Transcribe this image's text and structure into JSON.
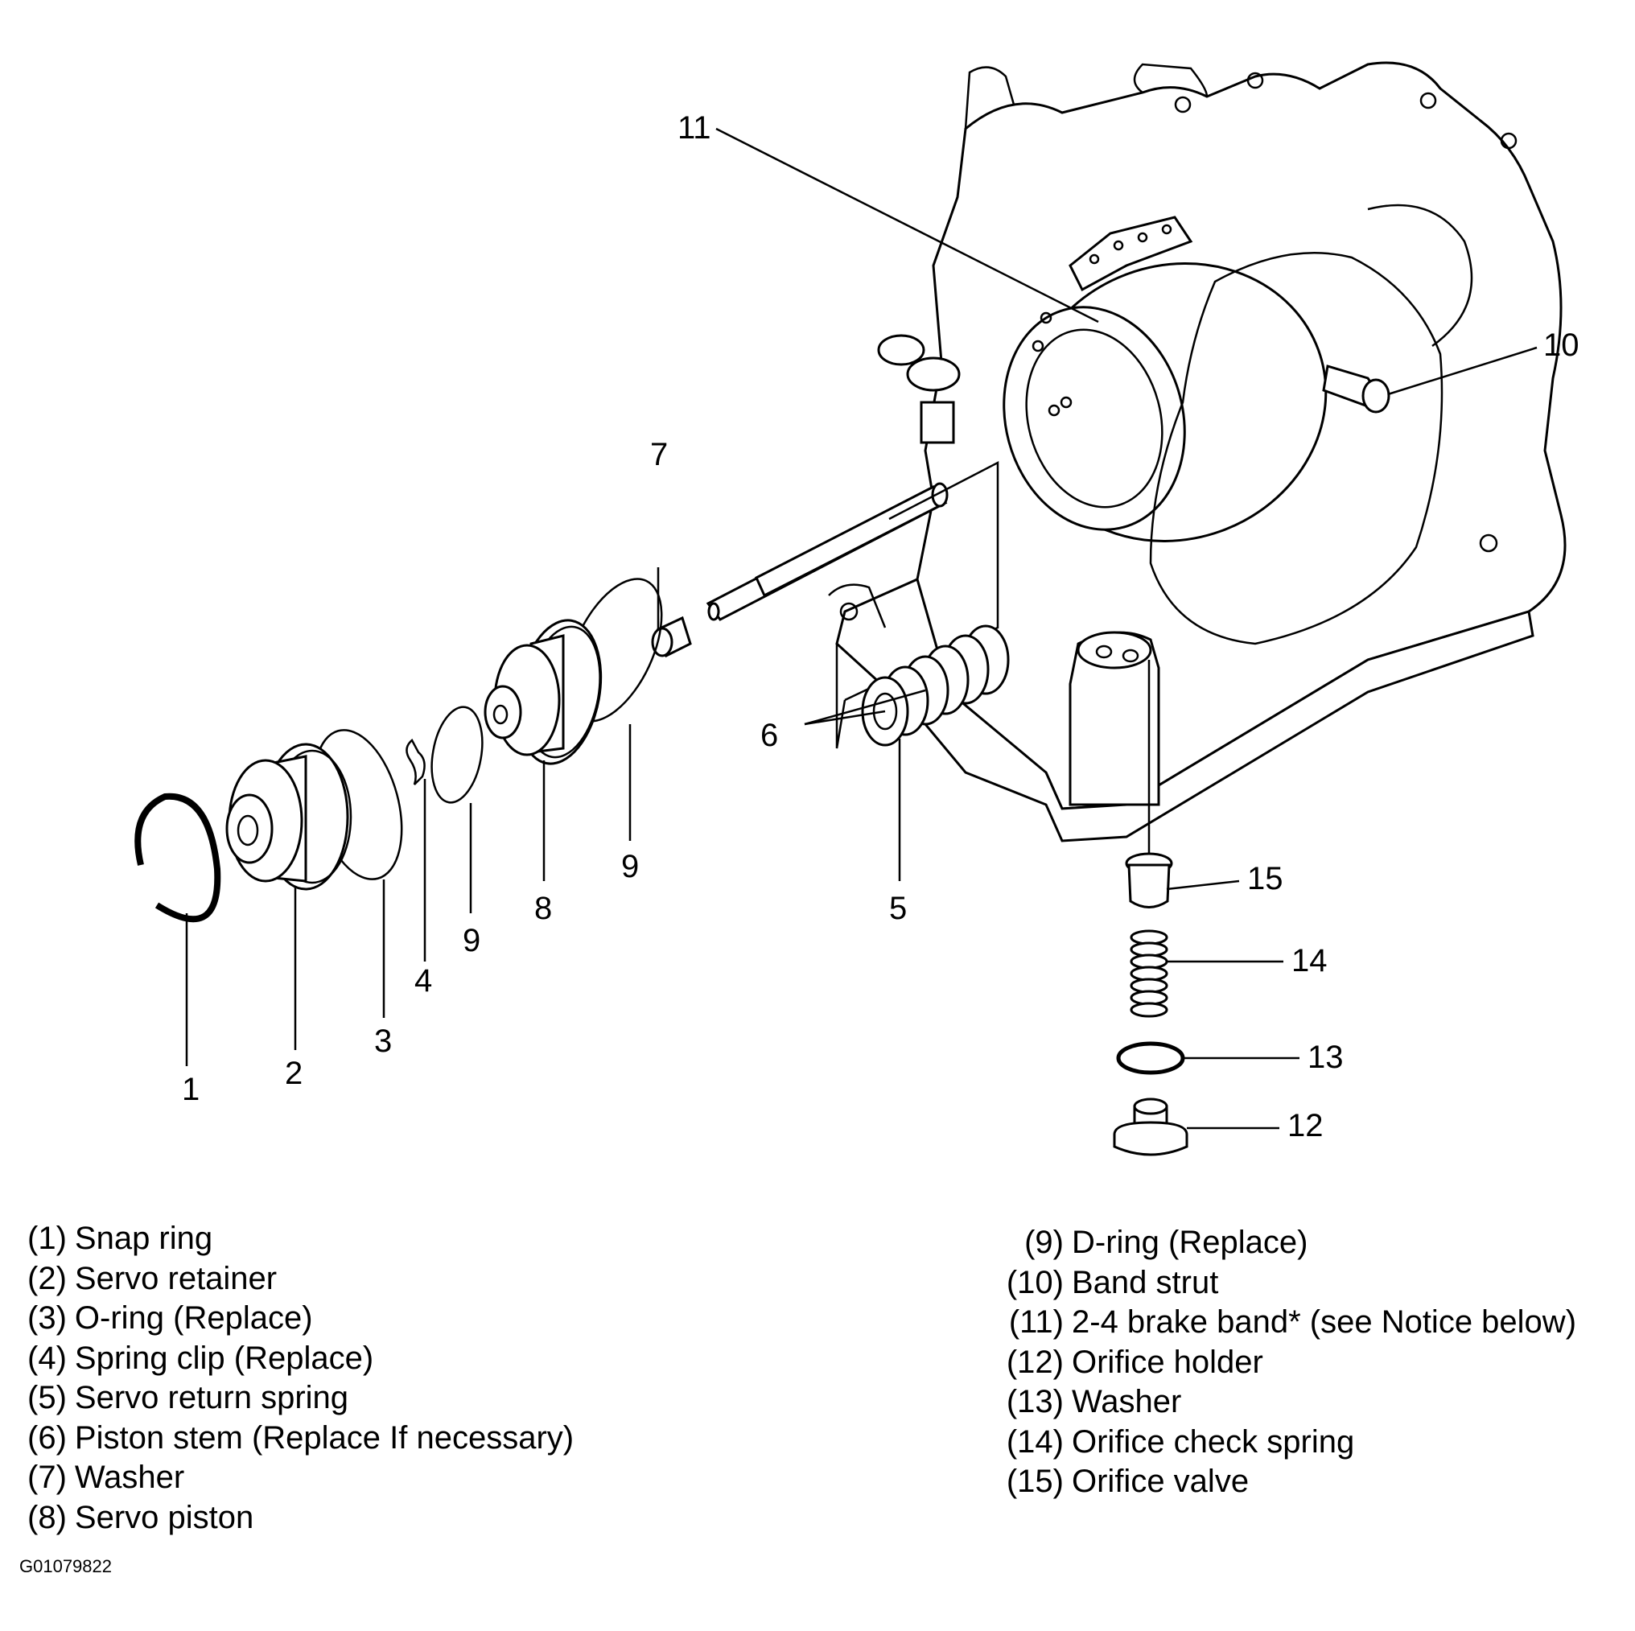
{
  "callouts": [
    "1",
    "2",
    "3",
    "4",
    "5",
    "6",
    "7",
    "8",
    "9",
    "9",
    "10",
    "11",
    "12",
    "13",
    "14",
    "15"
  ],
  "legend_left": [
    {
      "num": "(1)",
      "text": "Snap ring"
    },
    {
      "num": "(2)",
      "text": "Servo retainer"
    },
    {
      "num": "(3)",
      "text": "O-ring (Replace)"
    },
    {
      "num": "(4)",
      "text": "Spring clip (Replace)"
    },
    {
      "num": "(5)",
      "text": "Servo return spring"
    },
    {
      "num": "(6)",
      "text": "Piston stem (Replace If necessary)"
    },
    {
      "num": "(7)",
      "text": "Washer"
    },
    {
      "num": "(8)",
      "text": "Servo piston"
    }
  ],
  "legend_right": [
    {
      "num": "(9)",
      "text": "D-ring (Replace)"
    },
    {
      "num": "(10)",
      "text": "Band strut"
    },
    {
      "num": "(11)",
      "text": "2-4 brake band* (see Notice below)"
    },
    {
      "num": "(12)",
      "text": "Orifice holder"
    },
    {
      "num": "(13)",
      "text": "Washer"
    },
    {
      "num": "(14)",
      "text": "Orifice check spring"
    },
    {
      "num": "(15)",
      "text": "Orifice valve"
    }
  ],
  "figure_code": "G01079822"
}
